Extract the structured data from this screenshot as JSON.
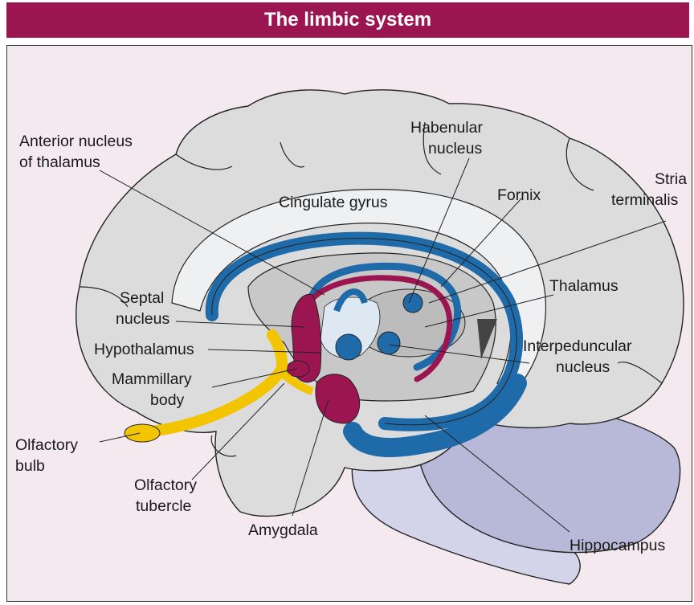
{
  "title": "The limbic system",
  "colors": {
    "title_bg": "#9b1650",
    "panel_bg": "#f4e9ee",
    "cortex": "#dcdcdc",
    "inner": "#c8c8c8",
    "cingulate": "#eef0f2",
    "limbic_blue": "#1f6aa8",
    "limbic_crimson": "#9b1650",
    "olfactory_yellow": "#f2c500",
    "cerebellum": "#b8b8d8",
    "brainstem": "#d3d3ea"
  },
  "labels": {
    "anterior_nucleus": [
      "Anterior nucleus",
      "of thalamus"
    ],
    "habenular_nucleus": [
      "Habenular",
      "nucleus"
    ],
    "stria_terminalis": [
      "Stria",
      "terminalis"
    ],
    "fornix": "Fornix",
    "cingulate_gyrus": "Cingulate gyrus",
    "thalamus": "Thalamus",
    "septal_nucleus": [
      "Septal",
      "nucleus"
    ],
    "hypothalamus": "Hypothalamus",
    "mammillary_body": [
      "Mammillary",
      "body"
    ],
    "interpeduncular_nucleus": [
      "Interpeduncular",
      "nucleus"
    ],
    "olfactory_bulb": [
      "Olfactory",
      "bulb"
    ],
    "olfactory_tubercle": [
      "Olfactory",
      "tubercle"
    ],
    "amygdala": "Amygdala",
    "hippocampus": "Hippocampus"
  }
}
